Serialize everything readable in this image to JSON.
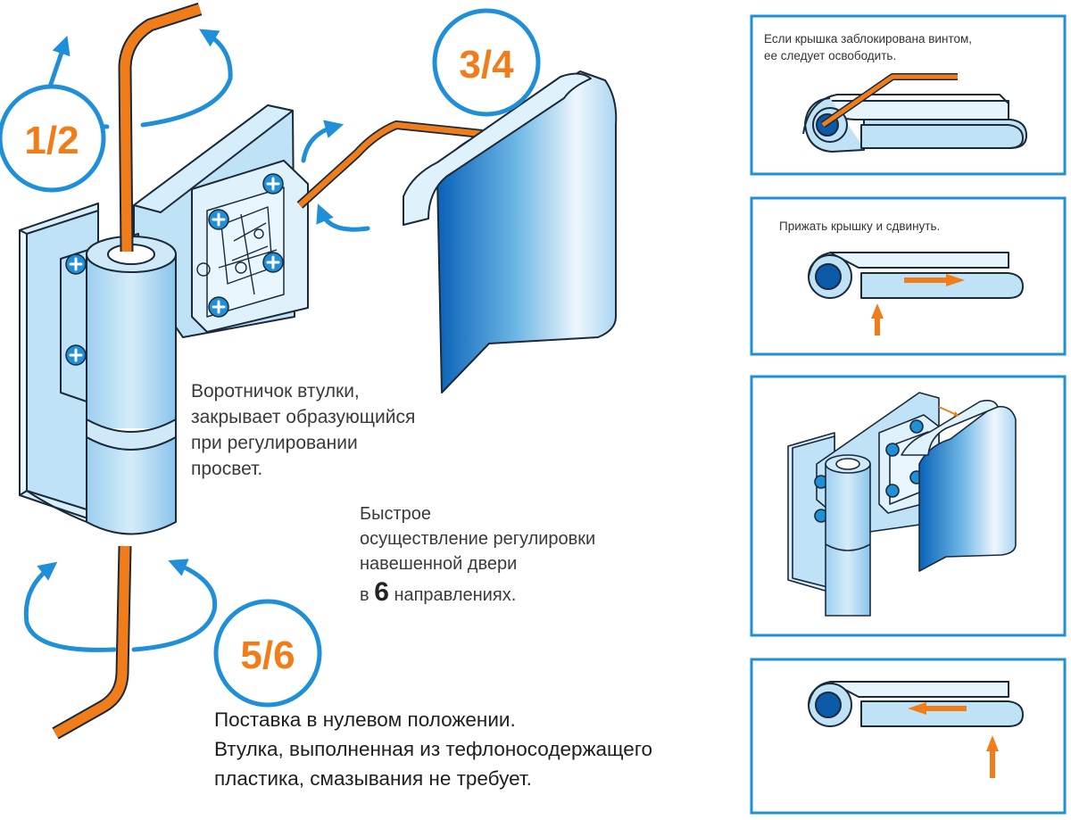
{
  "badges": {
    "b12": "1/2",
    "b34": "3/4",
    "b56": "5/6"
  },
  "collar_note": [
    "Воротничок втулки,",
    "закрывает образующийся",
    "при регулировании",
    "просвет."
  ],
  "adjust_note": {
    "line1": "Быстрое",
    "line2": "осуществление регулировки",
    "line3": "навешенной двери",
    "prefix": "в",
    "number": "6",
    "suffix": "направлениях."
  },
  "supply_note": [
    "Поставка в нулевом положении.",
    "Втулка, выполненная из тефлоносодержащего",
    "пластика, смазывания не требует."
  ],
  "panels": {
    "p1": [
      "Если крышка заблокирована винтом,",
      "ее следует освободить."
    ],
    "p2": "Прижать крышку и сдвинуть."
  },
  "colors": {
    "accent": "#f07d1a",
    "blue": "#1f8fd8",
    "light_blue": "#bfe2f6",
    "outline": "#1b2a3a",
    "dark_blue": "#0b5aa8"
  }
}
